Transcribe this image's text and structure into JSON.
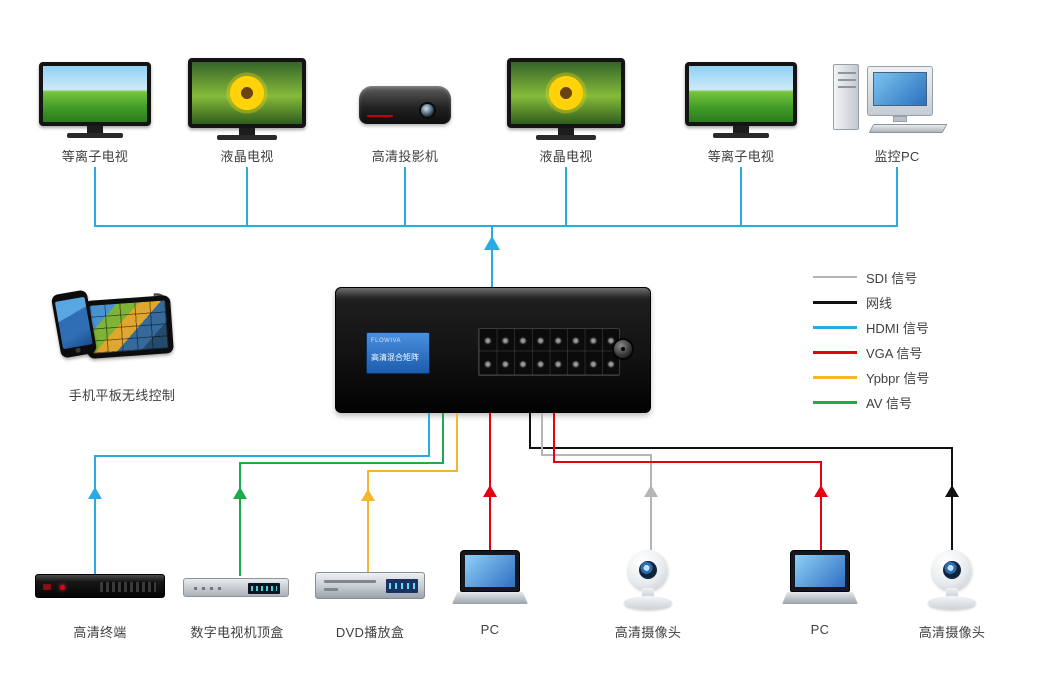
{
  "diagram": {
    "displays": [
      {
        "label": "等离子电视",
        "type": "plasma-tv"
      },
      {
        "label": "液晶电视",
        "type": "lcd-tv"
      },
      {
        "label": "高清投影机",
        "type": "projector"
      },
      {
        "label": "液晶电视",
        "type": "lcd-tv"
      },
      {
        "label": "等离子电视",
        "type": "plasma-tv"
      },
      {
        "label": "监控PC",
        "type": "desktop-pc"
      }
    ],
    "matrix": {
      "brand": "FLOWIVA",
      "screen_label": "高清混合矩阵"
    },
    "control": {
      "label": "手机平板无线控制"
    },
    "sources": [
      {
        "label": "高清终端",
        "type": "hd-terminal",
        "signal": "HDMI"
      },
      {
        "label": "数字电视机顶盒",
        "type": "set-top-box",
        "signal": "AV"
      },
      {
        "label": "DVD播放盒",
        "type": "dvd-player",
        "signal": "Ypbpr"
      },
      {
        "label": "PC",
        "type": "laptop",
        "signal": "VGA"
      },
      {
        "label": "高清摄像头",
        "type": "camera",
        "signal": "SDI"
      },
      {
        "label": "PC",
        "type": "laptop",
        "signal": "VGA"
      },
      {
        "label": "高清摄像头",
        "type": "camera",
        "signal": "网线"
      }
    ],
    "legend": {
      "items": [
        {
          "key": "sdi",
          "label": "SDI 信号",
          "color": "#b5b5b5"
        },
        {
          "key": "lan",
          "label": "网线",
          "color": "#111111"
        },
        {
          "key": "hdmi",
          "label": "HDMI 信号",
          "color": "#29abe2"
        },
        {
          "key": "vga",
          "label": "VGA 信号",
          "color": "#e60012"
        },
        {
          "key": "ypbpr",
          "label": "Ypbpr 信号",
          "color": "#f7b52c"
        },
        {
          "key": "av",
          "label": "AV 信号",
          "color": "#1faa4b"
        }
      ]
    }
  }
}
